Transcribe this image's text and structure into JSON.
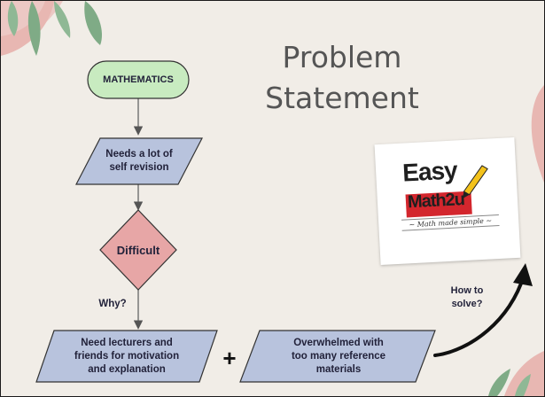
{
  "slide": {
    "title_line1": "Problem",
    "title_line2": "Statement"
  },
  "flowchart": {
    "start_node": "MATHEMATICS",
    "step1_line1": "Needs a lot of",
    "step1_line2": "self revision",
    "decision": "Difficult",
    "why_label": "Why?",
    "step2_line1": "Need lecturers and",
    "step2_line2": "friends for motivation",
    "step2_line3": "and explanation",
    "plus_sign": "+",
    "step3_line1": "Overwhelmed with",
    "step3_line2": "too many reference",
    "step3_line3": "materials",
    "howto_line1": "How to",
    "howto_line2": "solve?"
  },
  "logo": {
    "brand_line1": "Easy",
    "brand_line2": "Math2u",
    "tagline": "~ Math made simple ~"
  },
  "colors": {
    "background": "#f1ede7",
    "start_fill": "#c8ebc0",
    "process_fill": "#b8c3dd",
    "decision_fill": "#e7a6a6",
    "leaf_green": "#7fab86",
    "blob_pink": "#e8b7b2"
  }
}
